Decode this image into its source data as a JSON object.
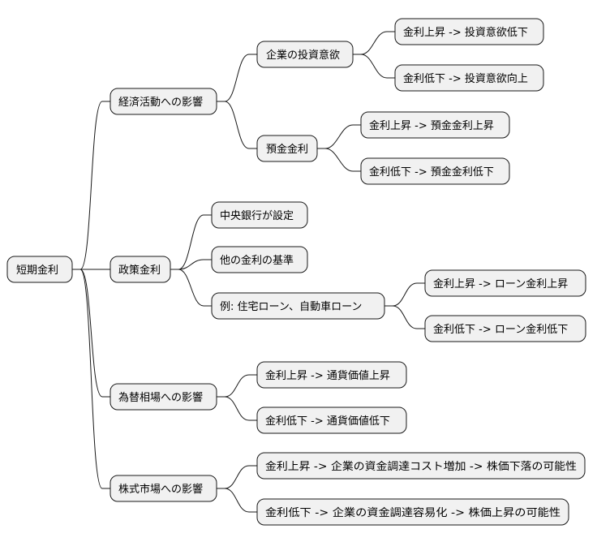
{
  "root": {
    "label": "短期金利"
  },
  "branches": [
    {
      "label": "経済活動への影響",
      "children": [
        {
          "label": "企業の投資意欲",
          "children": [
            {
              "label": "金利上昇 -> 投資意欲低下"
            },
            {
              "label": "金利低下 -> 投資意欲向上"
            }
          ]
        },
        {
          "label": "預金金利",
          "children": [
            {
              "label": "金利上昇 -> 預金金利上昇"
            },
            {
              "label": "金利低下 -> 預金金利低下"
            }
          ]
        }
      ]
    },
    {
      "label": "政策金利",
      "children": [
        {
          "label": "中央銀行が設定"
        },
        {
          "label": "他の金利の基準"
        },
        {
          "label": "例: 住宅ローン、自動車ローン",
          "children": [
            {
              "label": "金利上昇 -> ローン金利上昇"
            },
            {
              "label": "金利低下 -> ローン金利低下"
            }
          ]
        }
      ]
    },
    {
      "label": "為替相場への影響",
      "children": [
        {
          "label": "金利上昇 -> 通貨価値上昇"
        },
        {
          "label": "金利低下 -> 通貨価値低下"
        }
      ]
    },
    {
      "label": "株式市場への影響",
      "children": [
        {
          "label": "金利上昇 -> 企業の資金調達コスト増加 -> 株価下落の可能性"
        },
        {
          "label": "金利低下 -> 企業の資金調達容易化 -> 株価上昇の可能性"
        }
      ]
    }
  ]
}
